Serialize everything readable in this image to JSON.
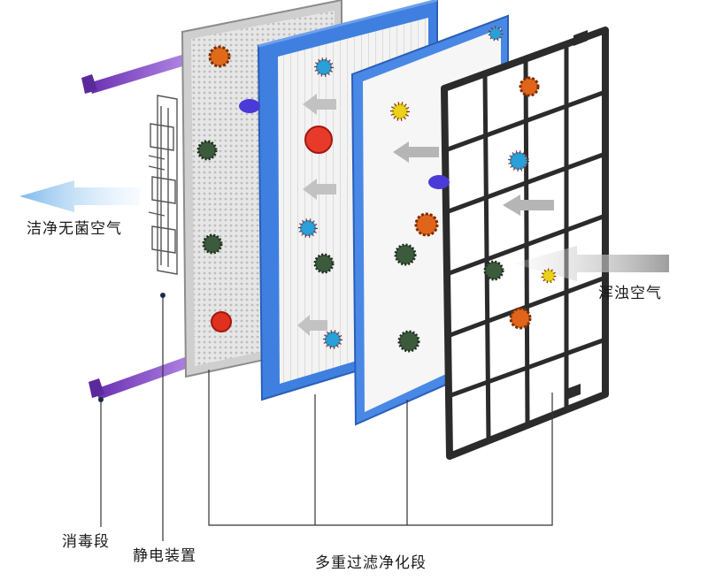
{
  "labels": {
    "clean_air": "洁净无菌空气",
    "dirty_air": "浑浊空气",
    "disinfection": "消毒段",
    "electrostatic": "静电装置",
    "multi_filter": "多重过滤净化段"
  },
  "icons": {
    "arrow_out": "light-blue-arrow-icon",
    "arrow_in": "gray-arrow-icon",
    "uv_lamp": "purple-uv-lamp-icon",
    "germ": "germ-icon"
  },
  "colors": {
    "accent_blue": "#3f7fe0",
    "uv_purple": "#8d4fd0",
    "frame_dark": "#2b2b2b",
    "frame_silver": "#c9c9c9",
    "leader_line": "#333333",
    "clean_arrow": "#8fc4ee",
    "dirty_arrow": "#a8a8a8"
  }
}
